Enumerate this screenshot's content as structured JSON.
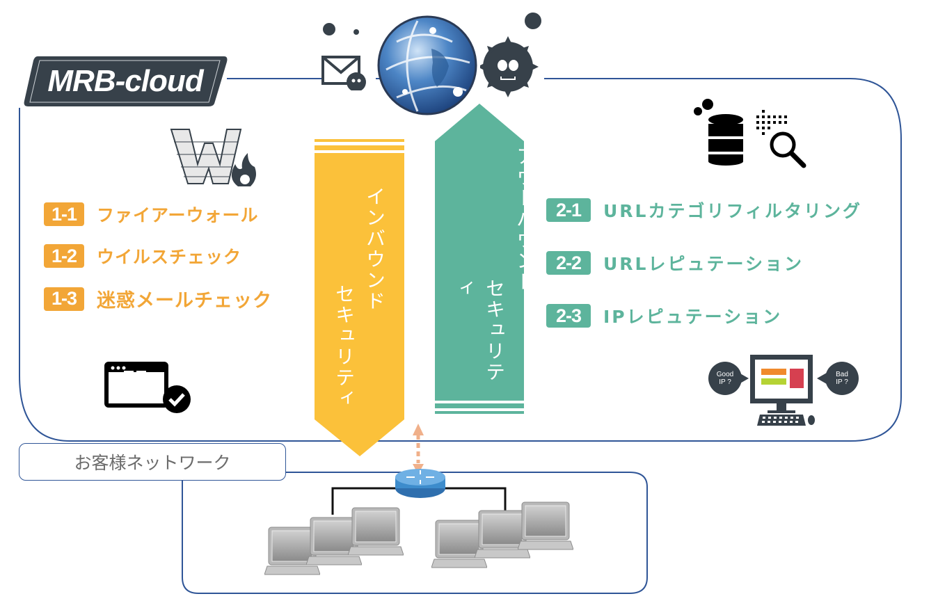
{
  "logo": {
    "text": "MRB-cloud"
  },
  "colors": {
    "frame": "#2f5597",
    "inbound": "#fbc13a",
    "outbound": "#5db49c",
    "orange_text": "#f2a637",
    "green_text": "#5db49c",
    "dark_icon": "#37414a",
    "arrow": "#f0b08a",
    "router": "#3d8ccc"
  },
  "inbound": {
    "line1": "インバウンド",
    "line2": "セキュリティ",
    "items": [
      {
        "badge": "1-1",
        "label": "ファイアーウォール"
      },
      {
        "badge": "1-2",
        "label": "ウイルスチェック"
      },
      {
        "badge": "1-3",
        "label": "迷惑メールチェック"
      }
    ]
  },
  "outbound": {
    "line1": "アウトバウンド",
    "line2": "セキュリティ",
    "items": [
      {
        "badge": "2-1",
        "label": "URLカテゴリフィルタリング"
      },
      {
        "badge": "2-2",
        "label": "URLレピュテーション"
      },
      {
        "badge": "2-3",
        "label": "IPレピュテーション"
      }
    ]
  },
  "reputation_bubbles": {
    "good": {
      "line1": "Good",
      "line2": "IP ?"
    },
    "bad": {
      "line1": "Bad",
      "line2": "IP ?"
    }
  },
  "customer_network": {
    "label": "お客様ネットワーク"
  },
  "icons": {
    "internet": "globe-icon",
    "mail_virus": "mail-virus-icon",
    "malware": "skull-virus-icon",
    "firewall": "brick-wall-fire-icon",
    "browser_check": "browser-check-icon",
    "database_search": "database-search-icon",
    "monitor": "monitor-icon",
    "router": "router-icon",
    "laptop": "laptop-icon"
  }
}
